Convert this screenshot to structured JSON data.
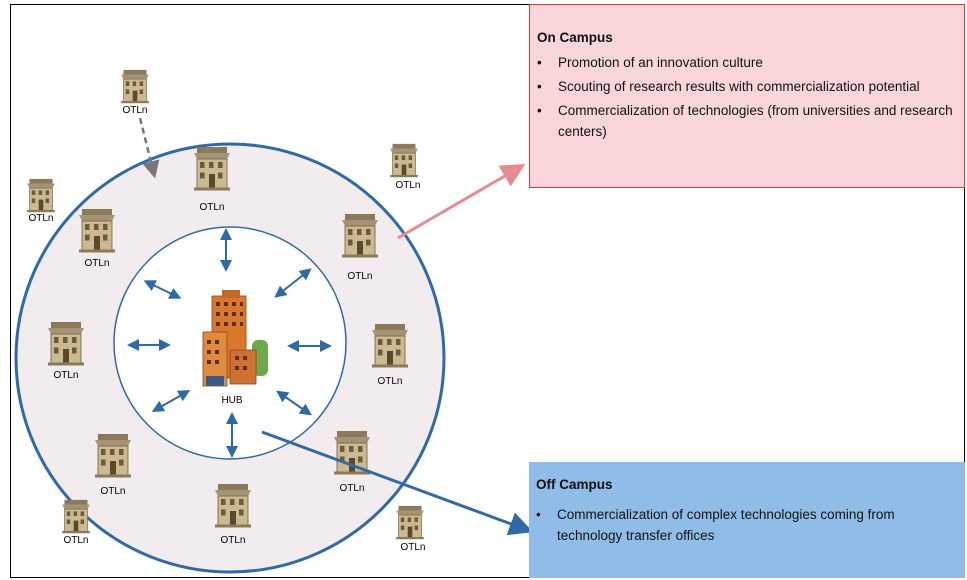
{
  "hub": {
    "label": "HUB"
  },
  "node_label": "OTLn",
  "on_campus": {
    "title": "On Campus",
    "bullet": "•",
    "items": [
      "Promotion of an innovation culture",
      "Scouting of research results with commercialization potential",
      "Commercialization of technologies (from universities and research centers)"
    ]
  },
  "off_campus": {
    "title": "Off Campus",
    "bullet": "•",
    "items": [
      "Commercialization of complex technologies coming from technology transfer offices"
    ]
  },
  "colors": {
    "ring_stroke": "#2e6aa8",
    "ring_fill": "#f3ecee",
    "on_campus_fill": "#f9d6da",
    "on_campus_border": "#e0353f",
    "off_campus_fill": "#8fbde8",
    "hub_building": "#d9782d",
    "connector_on": "#e88b90",
    "connector_off": "#2e6aa8"
  }
}
